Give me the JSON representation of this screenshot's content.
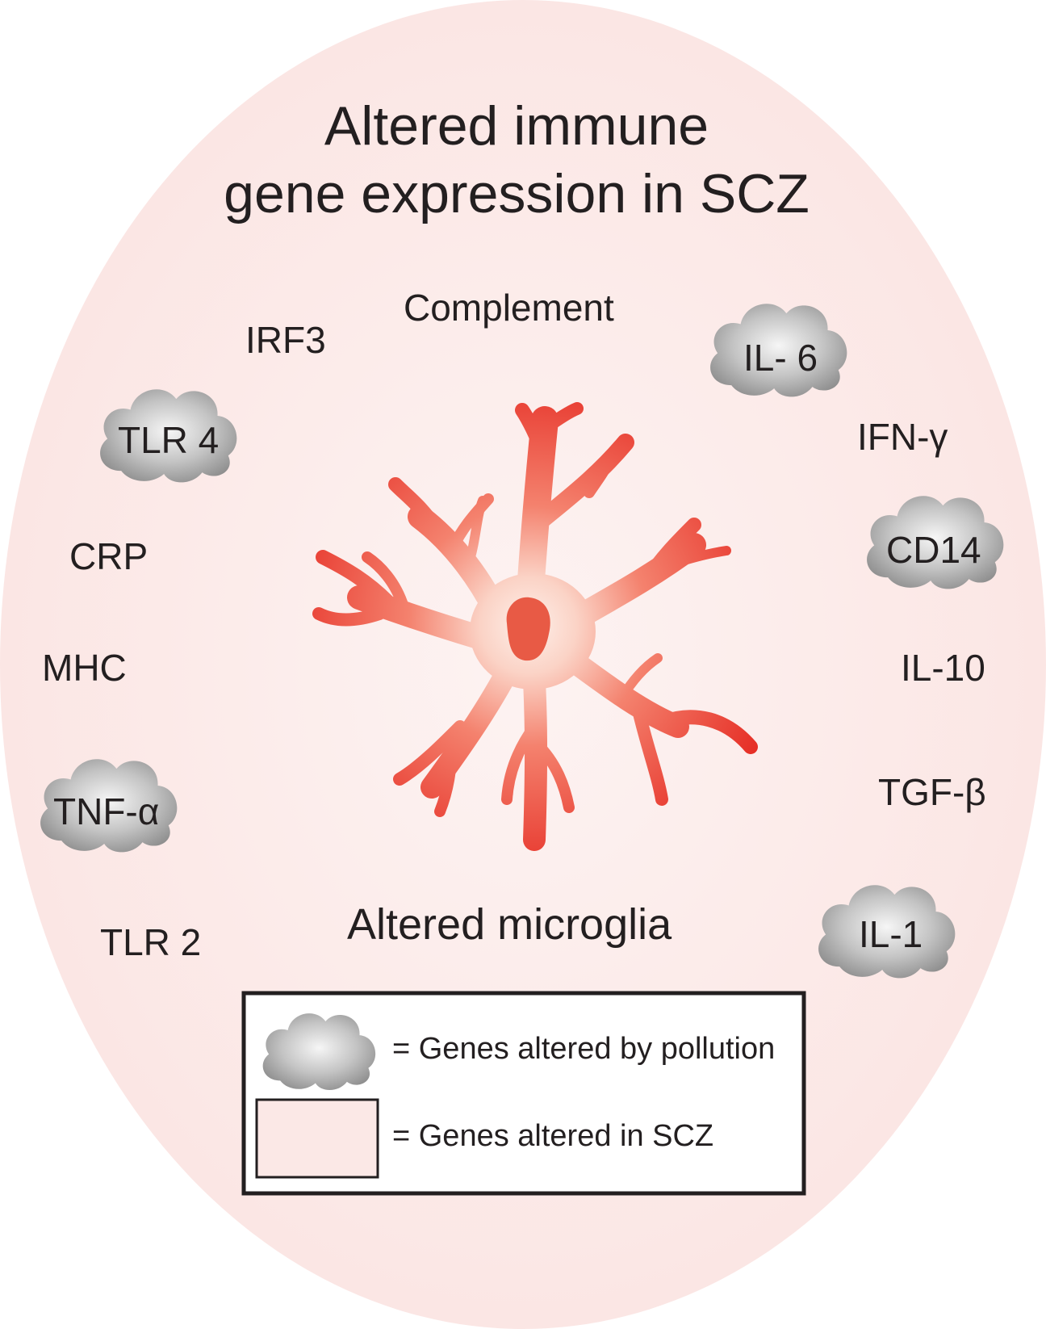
{
  "title": {
    "line1": "Altered immune",
    "line2": "gene expression in SCZ"
  },
  "center_label": "Altered microglia",
  "genes": {
    "complement": "Complement",
    "irf3": "IRF3",
    "il6": "IL- 6",
    "tlr4": "TLR 4",
    "ifn_gamma": "IFN-γ",
    "cd14": "CD14",
    "crp": "CRP",
    "mhc": "MHC",
    "il10": "IL-10",
    "tnf_alpha": "TNF-α",
    "tgf_beta": "TGF-β",
    "il1": "IL-1",
    "tlr2": "TLR 2"
  },
  "legend": {
    "cloud_text": "= Genes altered by pollution",
    "box_text": "= Genes altered in SCZ"
  },
  "colors": {
    "ellipse_fill": "#fbe8e6",
    "microglia_edge": "#e8342a",
    "microglia_center": "#fde8e2",
    "nucleus": "#e85a45",
    "cloud_light": "#f2f2f2",
    "cloud_dark": "#9d9d9d",
    "text": "#231f20"
  }
}
